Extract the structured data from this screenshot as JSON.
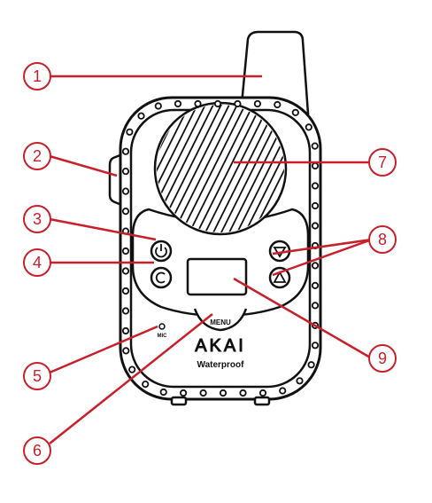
{
  "device": {
    "brand": "AKAI",
    "model_text": "Waterproof",
    "menu_label": "MENU",
    "mic_label": "MIC"
  },
  "callouts": [
    {
      "label": "1",
      "target": "antenna"
    },
    {
      "label": "2",
      "target": "side-button"
    },
    {
      "label": "3",
      "target": "power-button"
    },
    {
      "label": "4",
      "target": "clear-button"
    },
    {
      "label": "5",
      "target": "microphone"
    },
    {
      "label": "6",
      "target": "menu-button"
    },
    {
      "label": "7",
      "target": "speaker"
    },
    {
      "label": "8",
      "target": "up-down-buttons"
    },
    {
      "label": "9",
      "target": "display"
    }
  ],
  "colors": {
    "callout": "#c8202a",
    "outline": "#111111",
    "background": "#ffffff"
  },
  "icons": {
    "power": "power-icon",
    "clear": "clear-icon",
    "down": "triangle-down-icon",
    "up": "triangle-up-icon"
  }
}
